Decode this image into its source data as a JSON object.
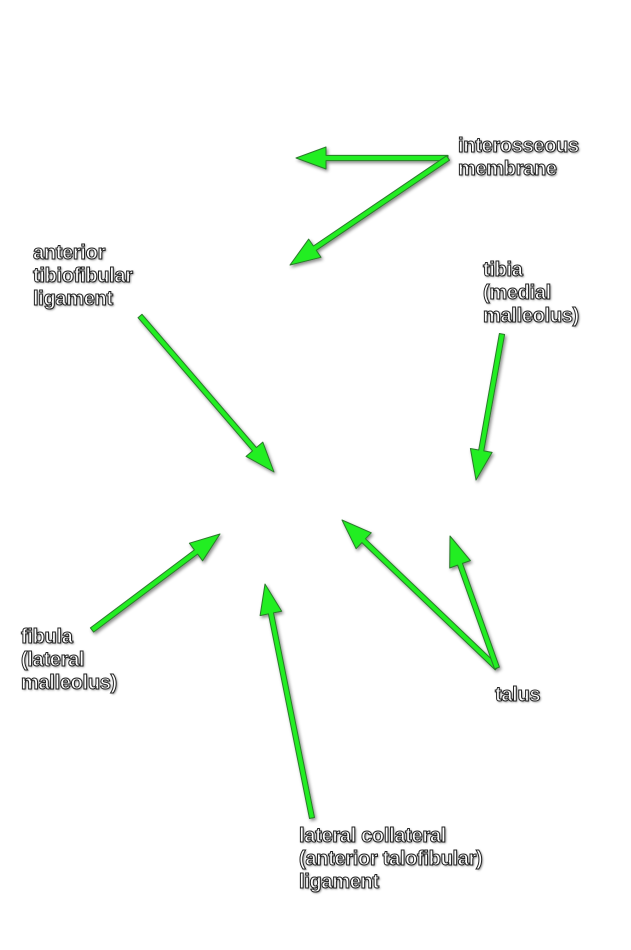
{
  "colors": {
    "arrow": "#22ee22",
    "arrow_outline": "#2a7a2a",
    "label_fill": "#ffffff",
    "label_outline": "#222222",
    "background": "#ffffff"
  },
  "labels": {
    "interosseous_membrane": [
      "interosseous",
      "membrane"
    ],
    "anterior_tibiofibular_ligament": [
      "anterior",
      "tibiofibular",
      "ligament"
    ],
    "tibia_medial_malleolus": [
      "tibia",
      "(medial",
      "malleolus)"
    ],
    "fibula_lateral_malleolus": [
      "fibula",
      "(lateral",
      "malleolus)"
    ],
    "talus": [
      "talus"
    ],
    "lateral_collateral_ligament": [
      "lateral collateral",
      "(anterior talofibular)",
      "ligament"
    ]
  }
}
